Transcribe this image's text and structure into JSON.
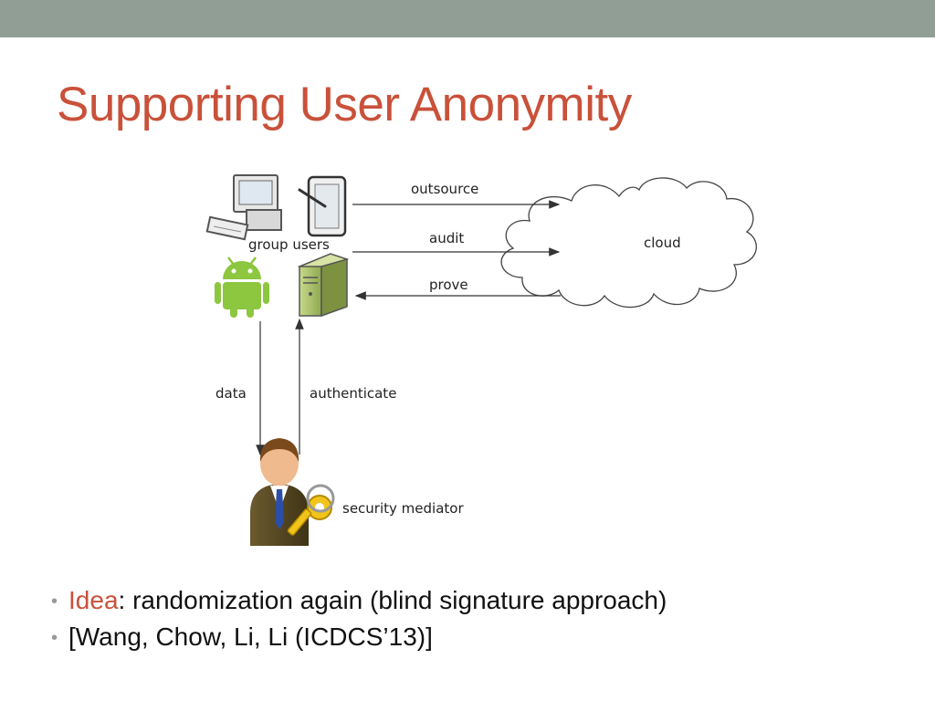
{
  "slide": {
    "title": "Supporting User Anonymity"
  },
  "diagram": {
    "labels": {
      "group_users": "group users",
      "cloud": "cloud",
      "outsource": "outsource",
      "audit": "audit",
      "prove": "prove",
      "data": "data",
      "authenticate": "authenticate",
      "security_mediator": "security mediator"
    },
    "icons": [
      "desktop-computer-icon",
      "tablet-icon",
      "android-icon",
      "server-icon",
      "cloud-icon",
      "businessman-with-key-icon"
    ],
    "colors": {
      "android": "#8dc63f",
      "server": "#a9c069",
      "accent": "#c9513a"
    }
  },
  "bullets": [
    {
      "highlight": "Idea",
      "text": ": randomization again (blind signature approach)"
    },
    {
      "highlight": "",
      "text": "[Wang, Chow, Li, Li (ICDCS’13)]"
    }
  ]
}
